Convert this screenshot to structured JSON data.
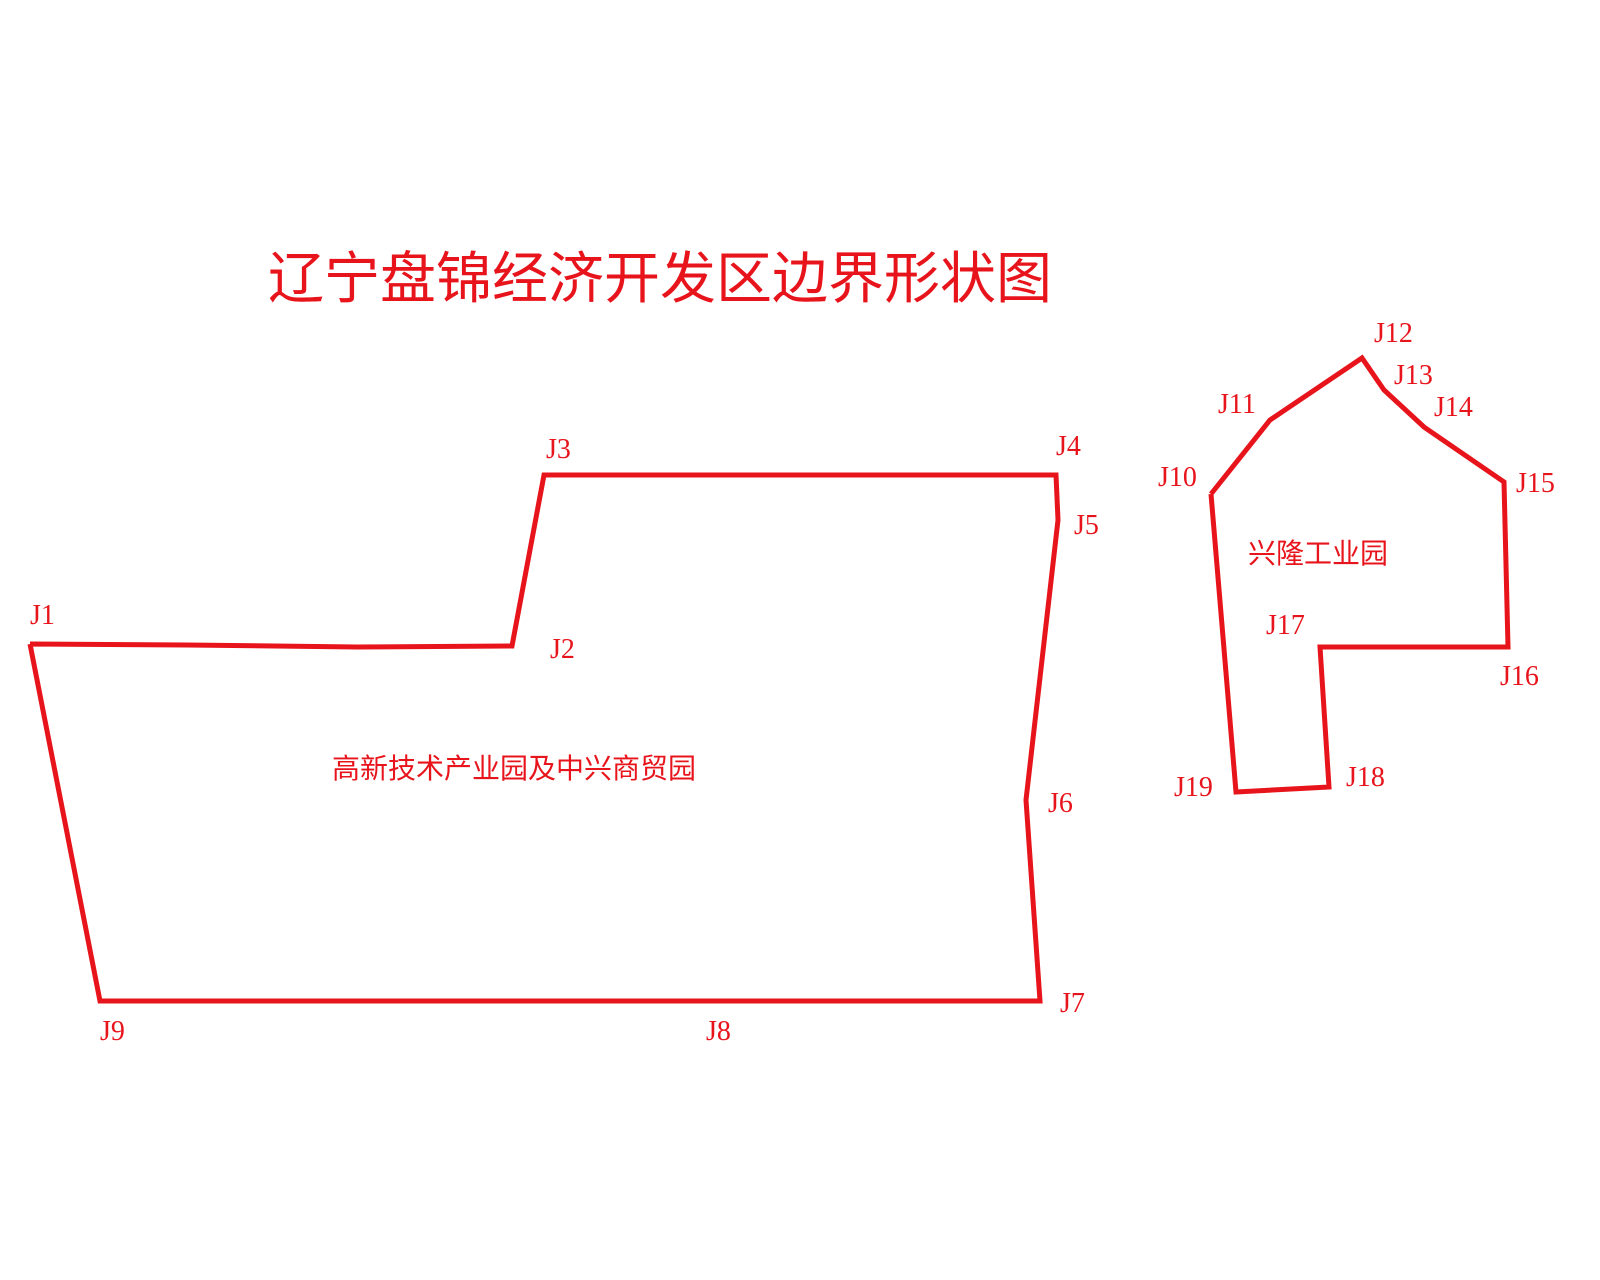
{
  "title": "辽宁盘锦经济开发区边界形状图",
  "color": "#e8141c",
  "areas": [
    {
      "label": "高新技术产业园及中兴商贸园",
      "points": [
        "J1",
        "J2",
        "J3",
        "J4",
        "J5",
        "J6",
        "J7",
        "J8",
        "J9"
      ]
    },
    {
      "label": "兴隆工业园",
      "points": [
        "J10",
        "J11",
        "J12",
        "J13",
        "J14",
        "J15",
        "J16",
        "J17",
        "J18",
        "J19"
      ]
    }
  ]
}
